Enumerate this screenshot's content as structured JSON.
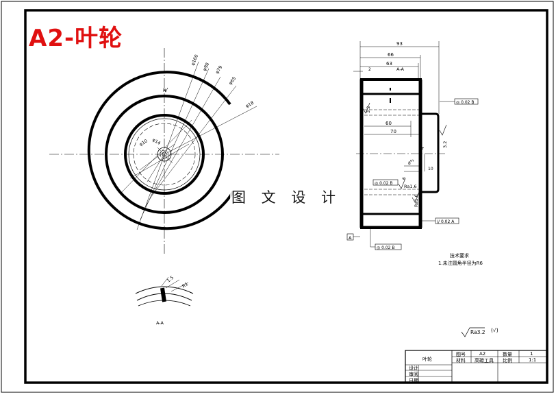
{
  "title": "A2-叶轮",
  "watermark": "图 文 设 计",
  "colors": {
    "title": "#e01010",
    "line": "#000000"
  },
  "front_view": {
    "diameter_labels": [
      "φ160",
      "φ98",
      "φ79",
      "φ65",
      "φ18",
      "φ14",
      "φ10"
    ],
    "misc_label": "H"
  },
  "section_view": {
    "label": "A-A",
    "dims": {
      "top": "93",
      "mid": "66",
      "inner": "63",
      "left_small": "2",
      "d60": "60",
      "d70": "70",
      "d6": "6",
      "d8": "8",
      "d4": "4",
      "d10": "10",
      "d5": "5"
    },
    "roughness": [
      "Ra1.6",
      "Ra1.6",
      "Ra3.2"
    ],
    "tolerance_frames": [
      "◎ 0.02 B",
      "◎ 0.02 B",
      "◎ 0.02 B",
      "// 0.02 A"
    ],
    "datum_a": "A",
    "side_marks": [
      "3.2",
      "3.2"
    ]
  },
  "detail_view": {
    "label": "A-A",
    "marks": [
      "1.5",
      "R1"
    ]
  },
  "notes": {
    "heading": "技术要求",
    "line1": "1.未注圆角半径为R6"
  },
  "general_roughness": {
    "value": "Ra3.2",
    "suffix": "(√)"
  },
  "title_block": {
    "part_name": "叶轮",
    "row1": [
      "图号",
      "A2",
      "数量",
      "1"
    ],
    "row2": [
      "材料",
      "高碳工具",
      "比例",
      "1:1"
    ],
    "people": [
      "设计",
      "审阅",
      "日期"
    ]
  }
}
